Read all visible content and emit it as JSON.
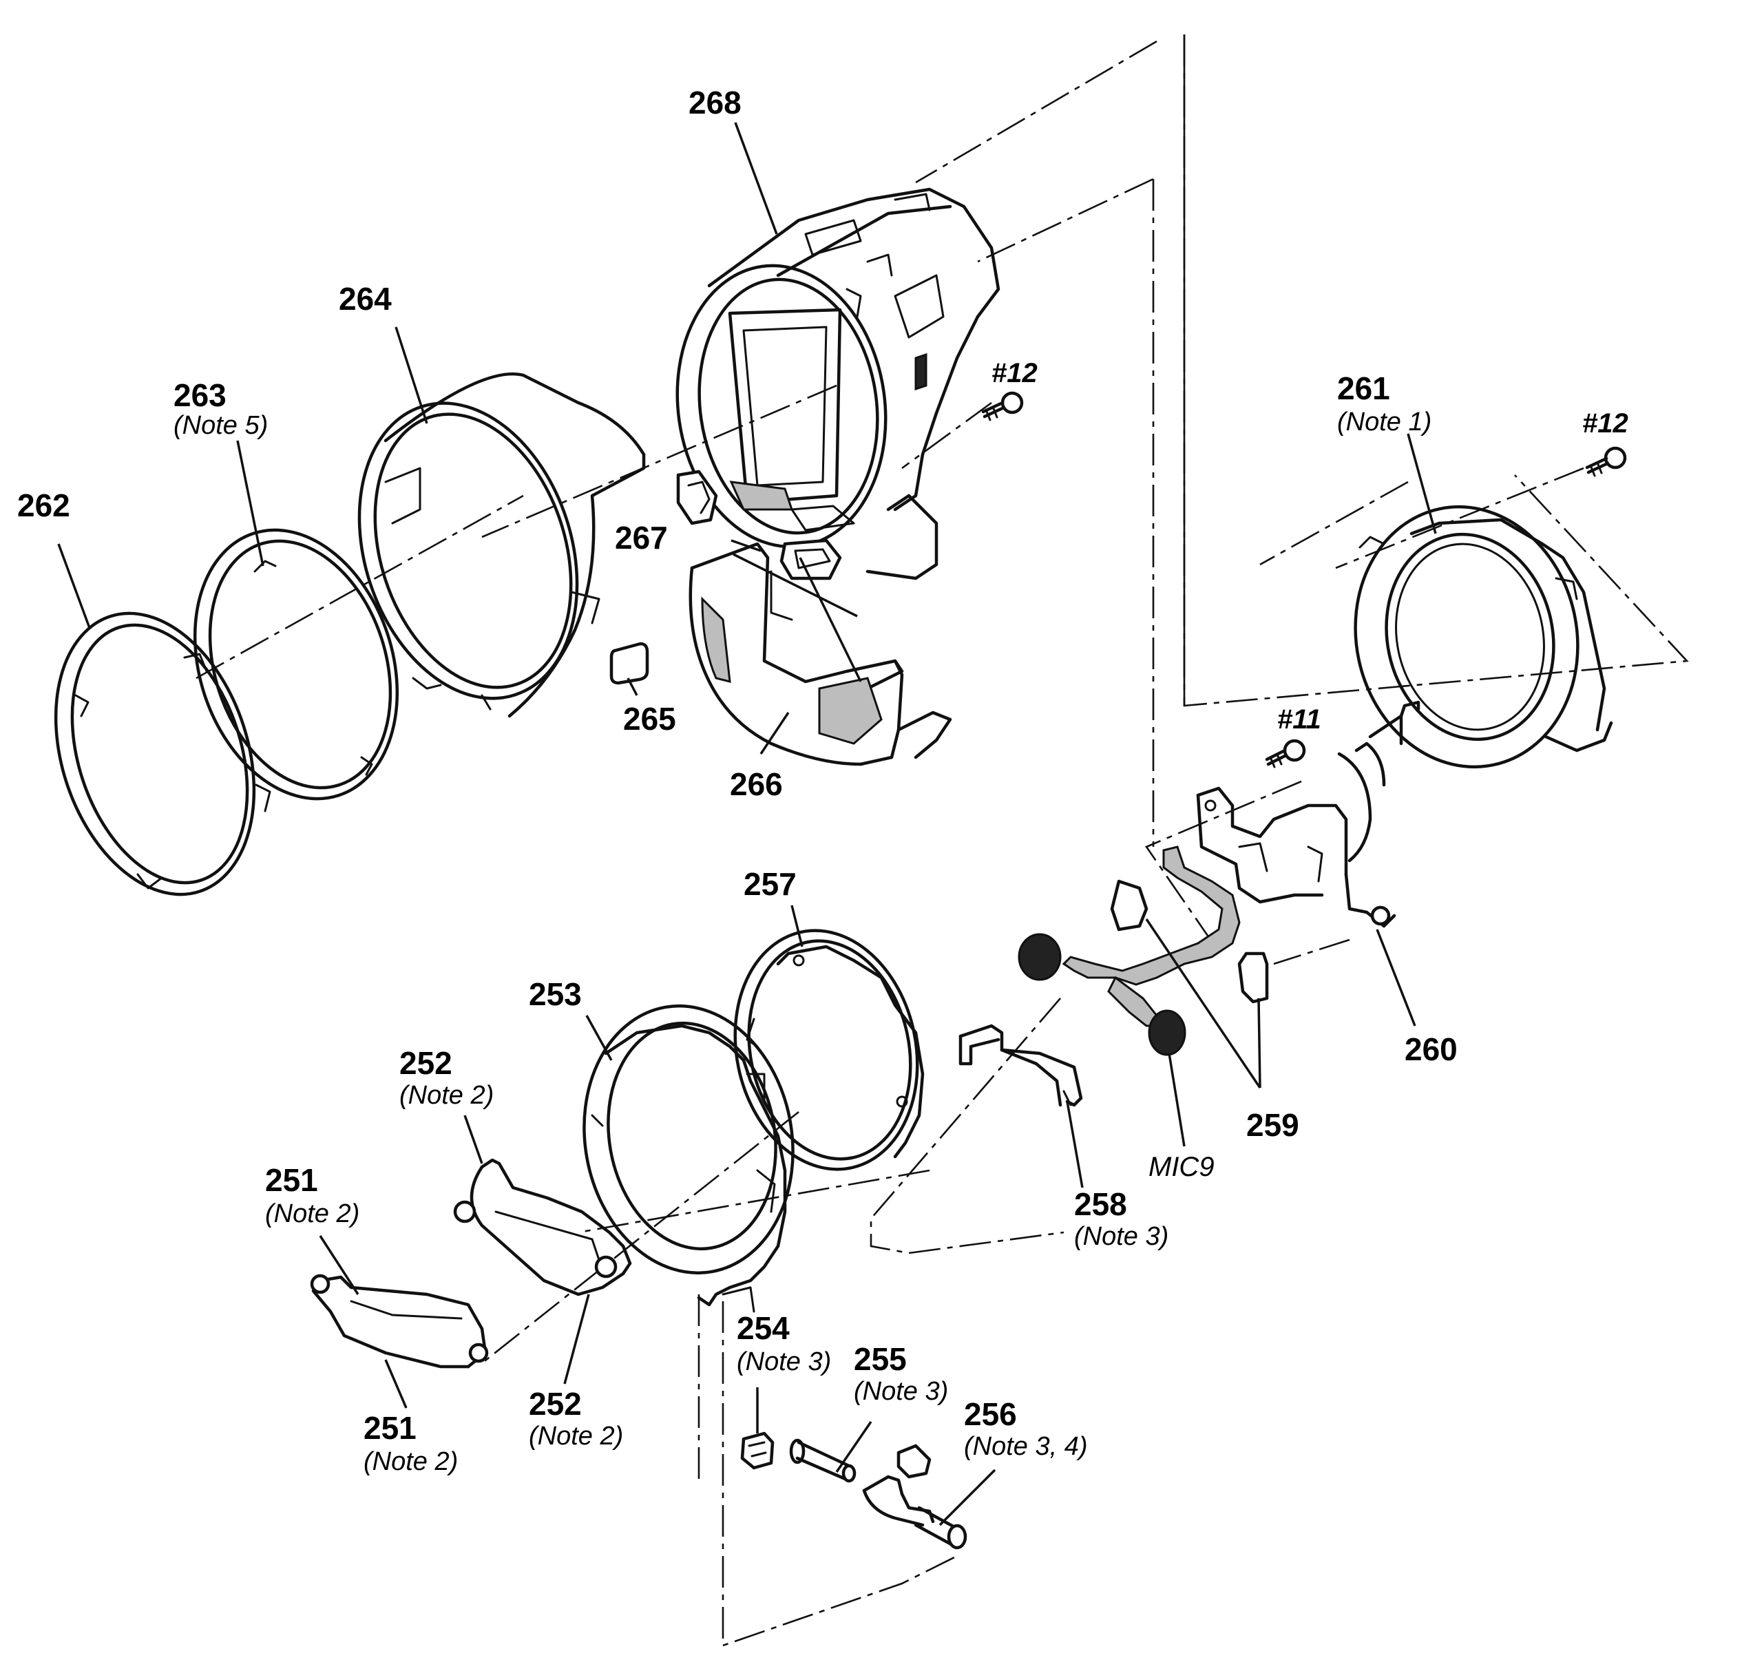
{
  "diagram": {
    "parts": {
      "p251a": {
        "number": "251",
        "note": "(Note 2)"
      },
      "p251b": {
        "number": "251",
        "note": "(Note 2)"
      },
      "p252a": {
        "number": "252",
        "note": "(Note 2)"
      },
      "p252b": {
        "number": "252",
        "note": "(Note 2)"
      },
      "p253": {
        "number": "253"
      },
      "p254": {
        "number": "254",
        "note": "(Note 3)"
      },
      "p255": {
        "number": "255",
        "note": "(Note 3)"
      },
      "p256": {
        "number": "256",
        "note": "(Note 3, 4)"
      },
      "p257": {
        "number": "257"
      },
      "p258": {
        "number": "258",
        "note": "(Note 3)"
      },
      "p259": {
        "number": "259"
      },
      "p260": {
        "number": "260"
      },
      "p261": {
        "number": "261",
        "note": "(Note 1)"
      },
      "p262": {
        "number": "262"
      },
      "p263": {
        "number": "263",
        "note": "(Note 5)"
      },
      "p264": {
        "number": "264"
      },
      "p265": {
        "number": "265"
      },
      "p266": {
        "number": "266"
      },
      "p267": {
        "number": "267"
      },
      "p268": {
        "number": "268"
      }
    },
    "screws": {
      "s12a": "#12",
      "s12b": "#12",
      "s11": "#11"
    },
    "mic_label": "MIC9"
  }
}
